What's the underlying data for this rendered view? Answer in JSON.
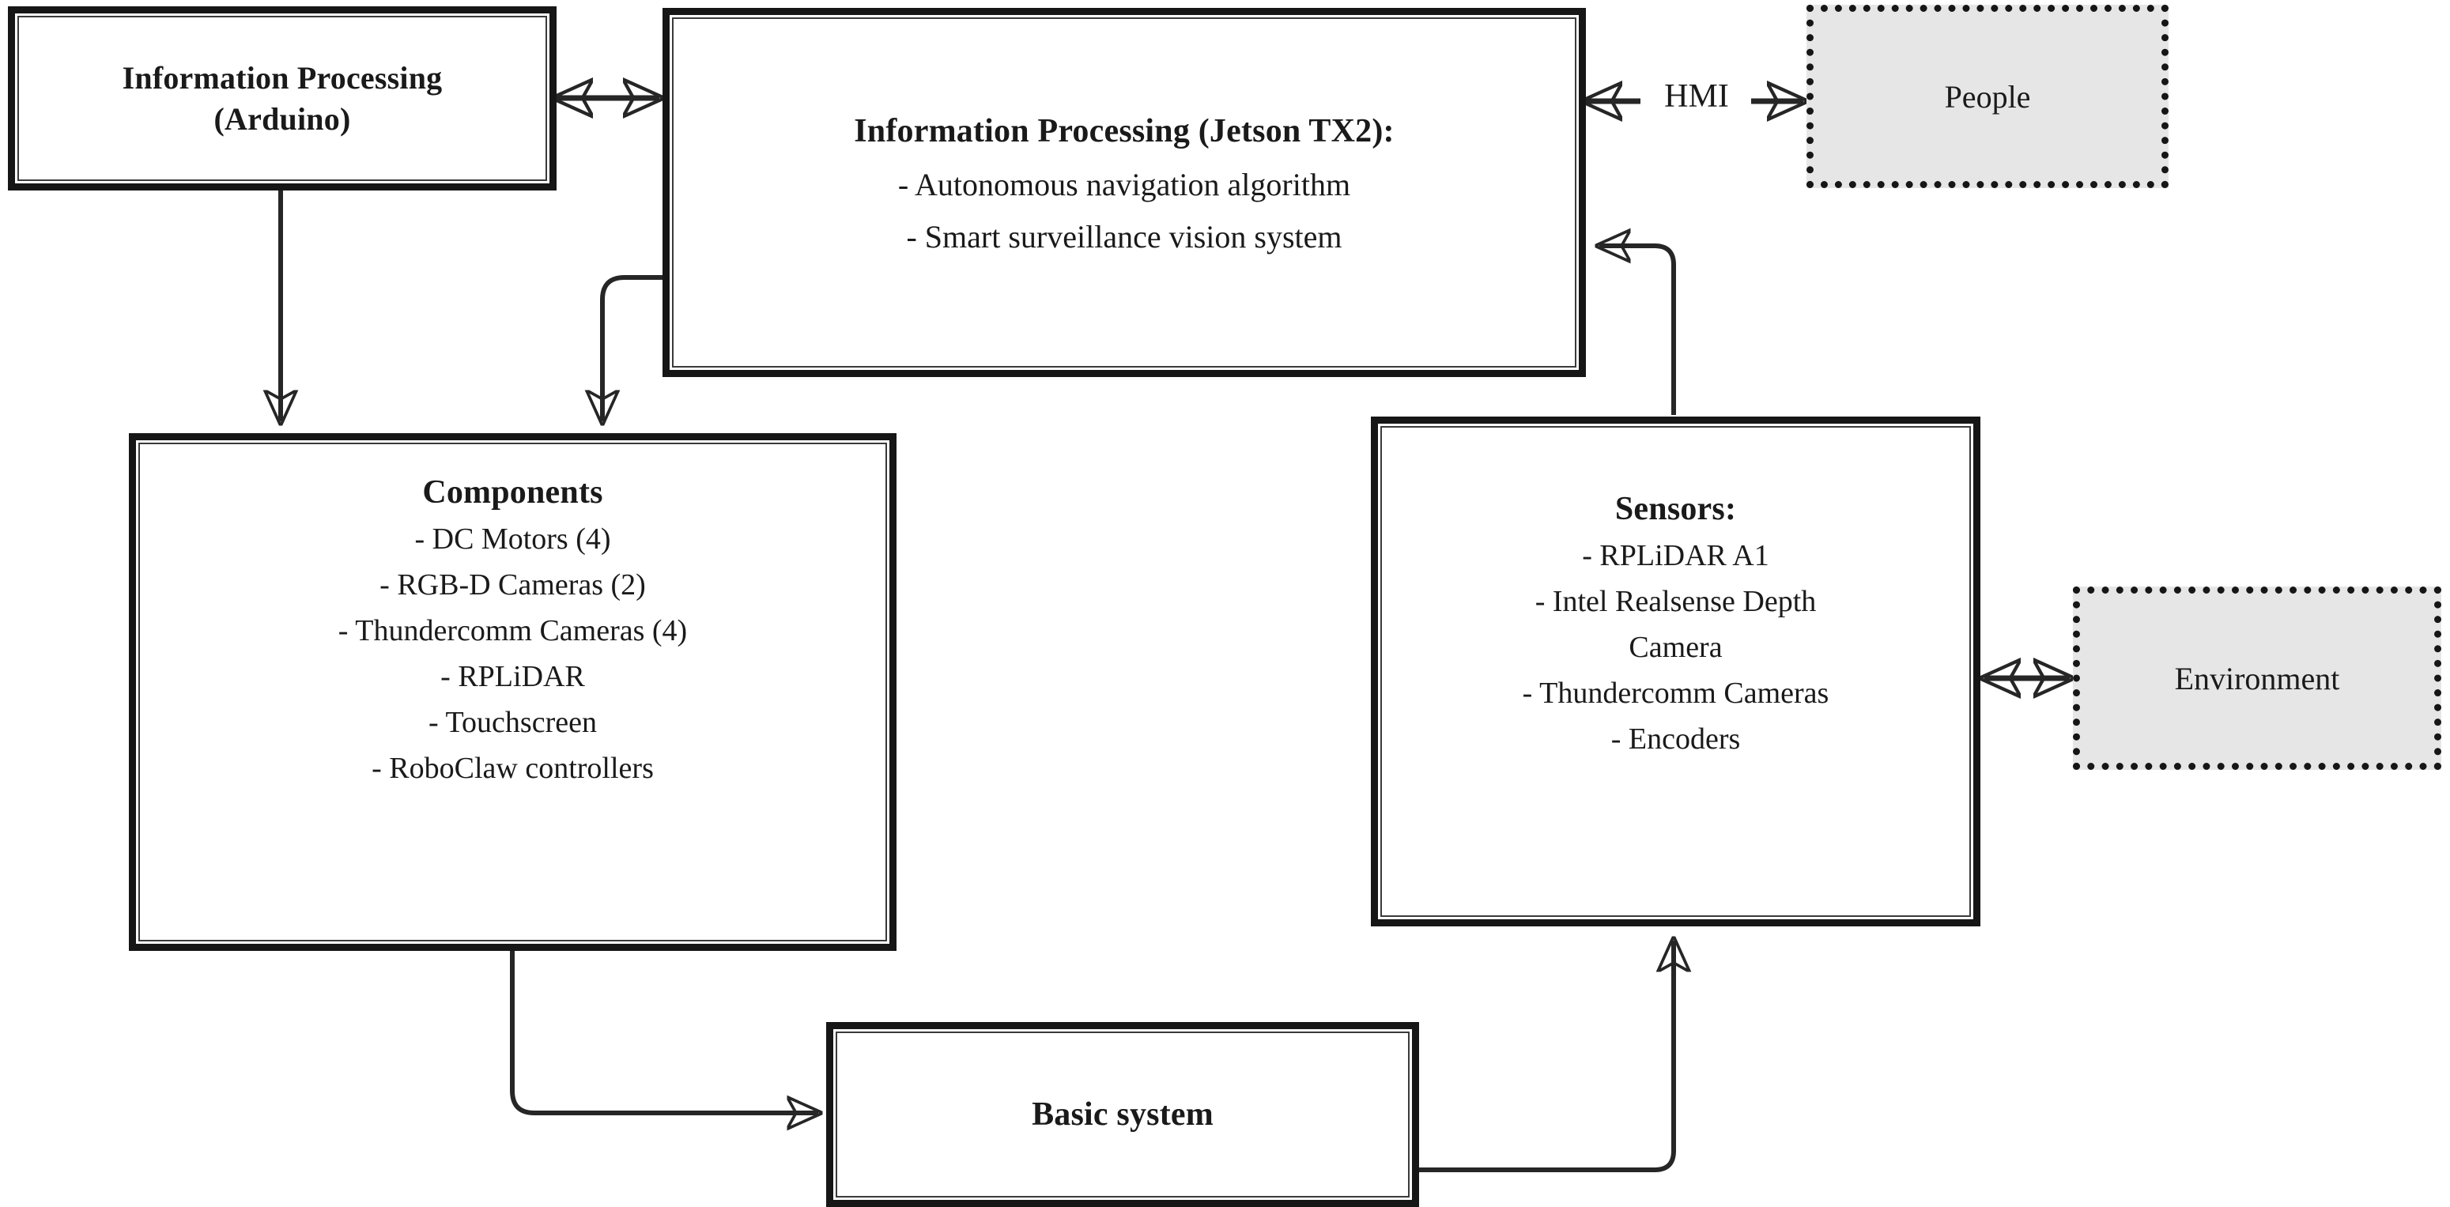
{
  "diagram": {
    "title_present": false,
    "style": {
      "box_border_color": "#161616",
      "entity_fill": "#e6e6e6",
      "entity_border_color": "#161616",
      "wire_color": "#262626",
      "page_background": "#ffffff",
      "text_color": "#1a1a1a"
    },
    "nodes": {
      "arduino": {
        "kind": "process",
        "title_line_1": "Information Processing",
        "title_line_2": "(Arduino)"
      },
      "jetson": {
        "kind": "process",
        "title": "Information Processing (Jetson TX2):",
        "items": [
          "- Autonomous navigation algorithm",
          "- Smart surveillance vision system"
        ]
      },
      "people": {
        "kind": "external-entity",
        "label": "People"
      },
      "components": {
        "kind": "process",
        "title": "Components",
        "items": [
          "- DC Motors (4)",
          "-  RGB-D Cameras (2)",
          "- Thundercomm Cameras (4)",
          "-  RPLiDAR",
          "- Touchscreen",
          "- RoboClaw controllers"
        ]
      },
      "sensors": {
        "kind": "process",
        "title": "Sensors:",
        "items": [
          "- RPLiDAR A1",
          "- Intel Realsense Depth",
          "Camera",
          "- Thundercomm Cameras",
          "- Encoders"
        ]
      },
      "environment": {
        "kind": "external-entity",
        "label": "Environment"
      },
      "basic_system": {
        "kind": "process",
        "title": "Basic system"
      }
    },
    "connectors": [
      {
        "id": "arduino-jetson",
        "label": "",
        "from": "arduino",
        "to": "jetson",
        "arrowheads": "both"
      },
      {
        "id": "jetson-people",
        "label": "HMI",
        "from": "jetson",
        "to": "people",
        "arrowheads": "both"
      },
      {
        "id": "arduino-components",
        "label": "",
        "from": "arduino",
        "to": "components",
        "arrowheads": "end"
      },
      {
        "id": "jetson-components",
        "label": "",
        "from": "jetson",
        "to": "components",
        "arrowheads": "end"
      },
      {
        "id": "sensors-jetson",
        "label": "",
        "from": "sensors",
        "to": "jetson",
        "arrowheads": "end"
      },
      {
        "id": "sensors-environment",
        "label": "",
        "from": "sensors",
        "to": "environment",
        "arrowheads": "both"
      },
      {
        "id": "components-basicsystem",
        "label": "",
        "from": "components",
        "to": "basic_system",
        "arrowheads": "end"
      },
      {
        "id": "basicsystem-sensors",
        "label": "",
        "from": "basic_system",
        "to": "sensors",
        "arrowheads": "end"
      }
    ]
  }
}
